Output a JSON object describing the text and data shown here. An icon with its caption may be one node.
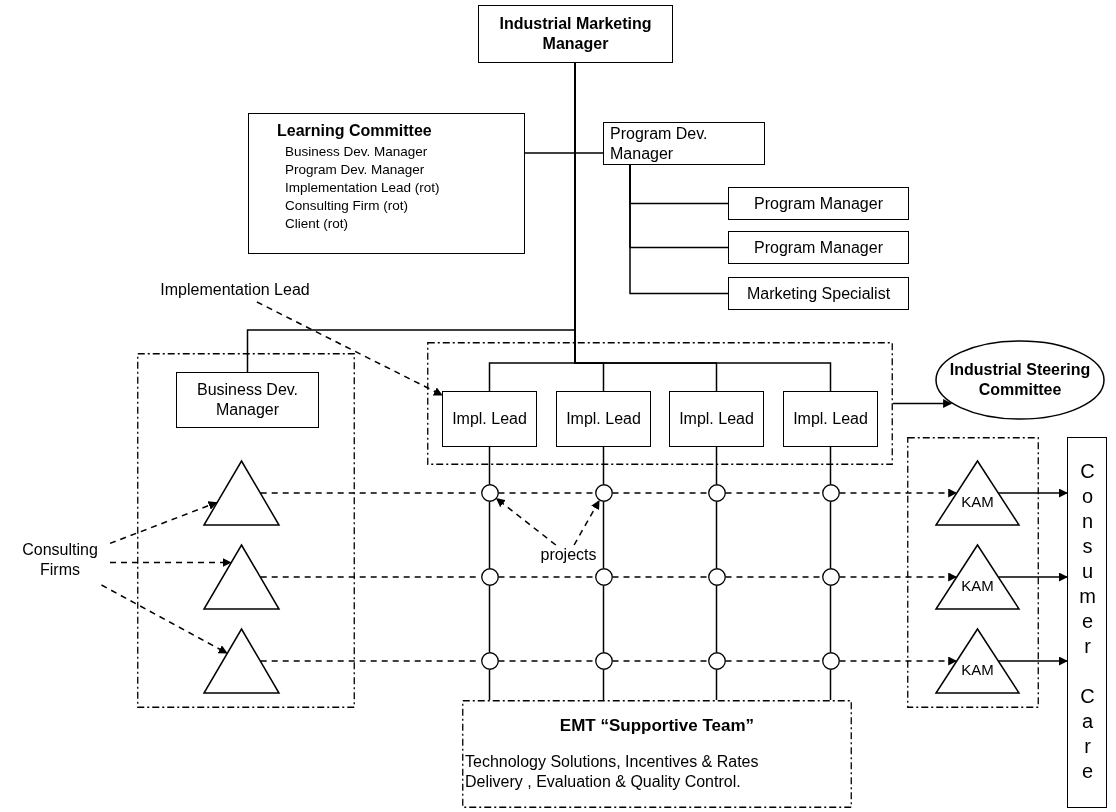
{
  "diagram": {
    "nodes": [
      {
        "text": [
          "Industrial Marketing Manager"
        ]
      },
      {
        "text": [
          "Learning Committee",
          "Business Dev. Manager",
          "Program Dev. Manager",
          "Implementation Lead (rot)",
          "Consulting Firm (rot)",
          "Client (rot)"
        ]
      },
      {
        "text": [
          "Program Dev. Manager"
        ]
      },
      {
        "text": [
          "Program Manager"
        ]
      },
      {
        "text": [
          "Program Manager"
        ]
      },
      {
        "text": [
          "Marketing Specialist"
        ]
      },
      {
        "text": [
          "Implementation Lead"
        ]
      },
      {
        "text": [],
        "shape": "box"
      },
      {
        "text": [
          "Business Dev. Manager"
        ],
        "in": 7
      },
      {
        "text": [],
        "shape": "triangle",
        "in": 7
      },
      {
        "text": [],
        "shape": "triangle",
        "in": 7
      },
      {
        "text": [],
        "shape": "triangle",
        "in": 7
      },
      {
        "text": [],
        "shape": "box"
      },
      {
        "text": [
          "Impl. Lead"
        ],
        "in": 12
      },
      {
        "text": [
          "Impl. Lead"
        ],
        "in": 12
      },
      {
        "text": [
          "Impl. Lead"
        ],
        "in": 12
      },
      {
        "text": [
          "Impl. Lead"
        ],
        "in": 12
      },
      {
        "text": [
          "Industrial Steering Committee"
        ]
      },
      {
        "text": [
          "Consulting Firms"
        ]
      },
      {
        "text": [],
        "shape": "circle"
      },
      {
        "text": [],
        "shape": "circle"
      },
      {
        "text": [],
        "shape": "circle"
      },
      {
        "text": [],
        "shape": "circle"
      },
      {
        "text": [],
        "shape": "circle"
      },
      {
        "text": [],
        "shape": "circle"
      },
      {
        "text": [],
        "shape": "circle"
      },
      {
        "text": [],
        "shape": "circle"
      },
      {
        "text": [],
        "shape": "circle"
      },
      {
        "text": [],
        "shape": "circle"
      },
      {
        "text": [],
        "shape": "circle"
      },
      {
        "text": [],
        "shape": "circle"
      },
      {
        "text": [
          "projects"
        ]
      },
      {
        "text": [],
        "shape": "box"
      },
      {
        "text": [
          "KAM"
        ],
        "in": 32
      },
      {
        "text": [
          "KAM"
        ],
        "in": 32
      },
      {
        "text": [
          "KAM"
        ],
        "in": 32
      },
      {
        "text": [
          "Consumer Care"
        ]
      },
      {
        "text": [
          "EMT “Supportive Team”",
          "Technology Solutions, Incentives & Rates Delivery , Evaluation & Quality Control."
        ]
      }
    ],
    "edges": [
      {
        "from": 0,
        "to": 1,
        "arrow": "none"
      },
      {
        "from": 0,
        "to": 2,
        "arrow": "none"
      },
      {
        "from": 2,
        "to": 3,
        "arrow": "none"
      },
      {
        "from": 2,
        "to": 4,
        "arrow": "none"
      },
      {
        "from": 2,
        "to": 5,
        "arrow": "none"
      },
      {
        "from": 0,
        "to": 8,
        "arrow": "none"
      },
      {
        "from": 0,
        "to": 13,
        "arrow": "none"
      },
      {
        "from": 0,
        "to": 14,
        "arrow": "none"
      },
      {
        "from": 0,
        "to": 15,
        "arrow": "none"
      },
      {
        "from": 0,
        "to": 16,
        "arrow": "none"
      },
      {
        "from": 6,
        "to": 13,
        "arrow": "to",
        "style": "dashed"
      },
      {
        "from": 12,
        "to": 17,
        "arrow": "to"
      },
      {
        "from": 18,
        "to": 9,
        "arrow": "to",
        "style": "dashed"
      },
      {
        "from": 18,
        "to": 10,
        "arrow": "to",
        "style": "dashed"
      },
      {
        "from": 18,
        "to": 11,
        "arrow": "to",
        "style": "dashed"
      },
      {
        "from": 31,
        "to": 19,
        "arrow": "to",
        "style": "dashed"
      },
      {
        "from": 31,
        "to": 20,
        "arrow": "to",
        "style": "dashed"
      },
      {
        "from": 13,
        "to": 19,
        "arrow": "none"
      },
      {
        "from": 19,
        "to": 23,
        "arrow": "none"
      },
      {
        "from": 23,
        "to": 27,
        "arrow": "none"
      },
      {
        "from": 27,
        "to": 37,
        "arrow": "none"
      },
      {
        "from": 14,
        "to": 20,
        "arrow": "none"
      },
      {
        "from": 20,
        "to": 24,
        "arrow": "none"
      },
      {
        "from": 24,
        "to": 28,
        "arrow": "none"
      },
      {
        "from": 28,
        "to": 37,
        "arrow": "none"
      },
      {
        "from": 15,
        "to": 21,
        "arrow": "none"
      },
      {
        "from": 21,
        "to": 25,
        "arrow": "none"
      },
      {
        "from": 25,
        "to": 29,
        "arrow": "none"
      },
      {
        "from": 29,
        "to": 37,
        "arrow": "none"
      },
      {
        "from": 16,
        "to": 22,
        "arrow": "none"
      },
      {
        "from": 22,
        "to": 26,
        "arrow": "none"
      },
      {
        "from": 26,
        "to": 30,
        "arrow": "none"
      },
      {
        "from": 30,
        "to": 37,
        "arrow": "none"
      },
      {
        "from": 9,
        "to": 19,
        "arrow": "none",
        "style": "dashed"
      },
      {
        "from": 19,
        "to": 20,
        "arrow": "none",
        "style": "dashed"
      },
      {
        "from": 20,
        "to": 21,
        "arrow": "none",
        "style": "dashed"
      },
      {
        "from": 21,
        "to": 22,
        "arrow": "none",
        "style": "dashed"
      },
      {
        "from": 22,
        "to": 33,
        "arrow": "to",
        "style": "dashed"
      },
      {
        "from": 33,
        "to": 36,
        "arrow": "to"
      },
      {
        "from": 10,
        "to": 23,
        "arrow": "none",
        "style": "dashed"
      },
      {
        "from": 23,
        "to": 24,
        "arrow": "none",
        "style": "dashed"
      },
      {
        "from": 24,
        "to": 25,
        "arrow": "none",
        "style": "dashed"
      },
      {
        "from": 25,
        "to": 26,
        "arrow": "none",
        "style": "dashed"
      },
      {
        "from": 26,
        "to": 34,
        "arrow": "to",
        "style": "dashed"
      },
      {
        "from": 34,
        "to": 36,
        "arrow": "to"
      },
      {
        "from": 11,
        "to": 27,
        "arrow": "none",
        "style": "dashed"
      },
      {
        "from": 27,
        "to": 28,
        "arrow": "none",
        "style": "dashed"
      },
      {
        "from": 28,
        "to": 29,
        "arrow": "none",
        "style": "dashed"
      },
      {
        "from": 29,
        "to": 30,
        "arrow": "none",
        "style": "dashed"
      },
      {
        "from": 30,
        "to": 35,
        "arrow": "to",
        "style": "dashed"
      },
      {
        "from": 35,
        "to": 36,
        "arrow": "to"
      }
    ]
  }
}
